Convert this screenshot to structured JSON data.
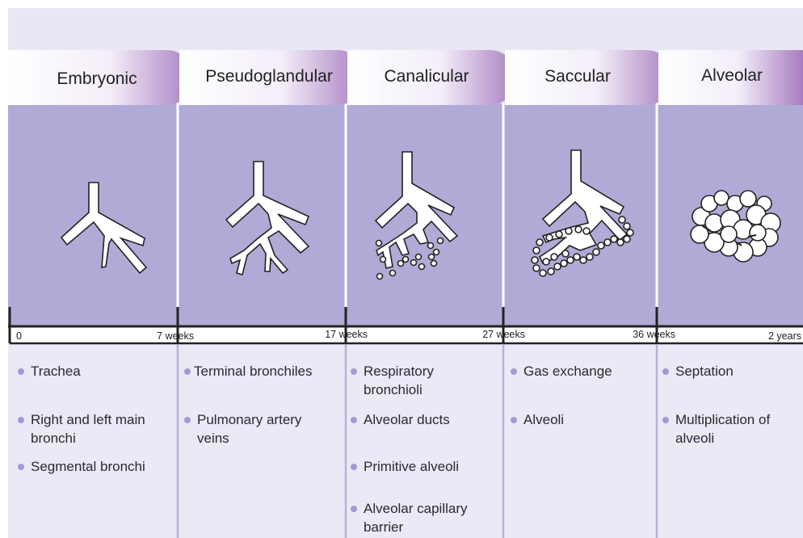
{
  "stages": [
    {
      "name": "Embryonic"
    },
    {
      "name": "Pseudoglandular"
    },
    {
      "name": "Canalicular"
    },
    {
      "name": "Saccular"
    },
    {
      "name": "Alveolar"
    }
  ],
  "timeline": {
    "ticks": [
      "0",
      "7 weeks",
      "17 weeks",
      "27 weeks",
      "36 weeks",
      "2 years"
    ]
  },
  "features": [
    [
      "Trachea",
      "Right and left main bronchi",
      "Segmental bronchi"
    ],
    [
      "Terminal bronchiles",
      "Pulmonary artery veins"
    ],
    [
      "Respiratory bronchioli",
      "Alveolar ducts",
      "Primitive alveoli",
      "Alveolar capillary barrier"
    ],
    [
      "Gas exchange",
      "Alveoli"
    ],
    [
      "Septation",
      "Multiplication of alveoli"
    ]
  ],
  "colors": {
    "panel": "#b0aad6",
    "lower_bg": "#ebe9f5",
    "header_bg": "#e9e7f4",
    "tab_accent": "#a87cc0",
    "bullet": "#a39ad3",
    "divider": "#b7b2d8"
  }
}
